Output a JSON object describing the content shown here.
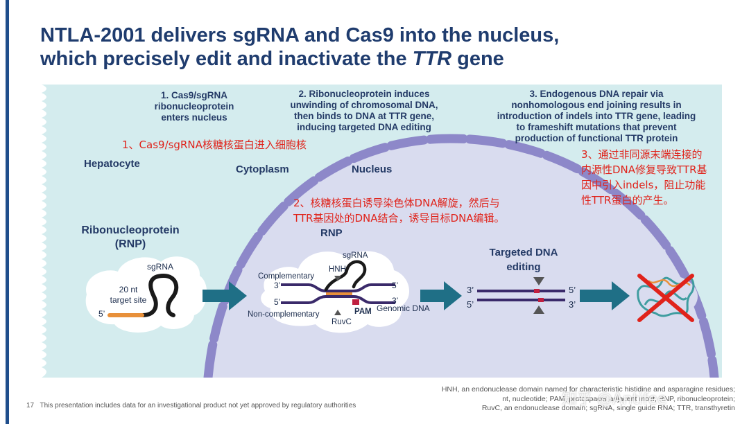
{
  "title": {
    "line1": "NTLA-2001 delivers sgRNA and Cas9 into the nucleus,",
    "line2_pre": "which precisely edit and inactivate the ",
    "line2_italic": "TTR",
    "line2_post": " gene"
  },
  "steps": {
    "step1": [
      "1. Cas9/sgRNA",
      "ribonucleoprotein",
      "enters nucleus"
    ],
    "step2": [
      "2. Ribonucleoprotein induces",
      "unwinding of chromosomal DNA,",
      "then binds to DNA at TTR gene,",
      "inducing targeted DNA editing"
    ],
    "step3": [
      "3. Endogenous DNA repair via",
      "nonhomologous end joining results in",
      "introduction of indels into TTR gene, leading",
      "to frameshift mutations that prevent",
      "production of functional TTR protein"
    ]
  },
  "annotations_cn": {
    "note1": "1、Cas9/sgRNA核糖核蛋白进入细胞核",
    "note2_line1": "2、核糖核蛋白诱导染色体DNA解旋，然后与",
    "note2_line2": "TTR基因处的DNA结合，诱导目标DNA编辑。",
    "note3": [
      "3、通过非同源末端连接的",
      "内源性DNA修复导致TTR基",
      "因中引入indels，阻止功能",
      "性TTR蛋白的产生。"
    ]
  },
  "regions": {
    "hepatocyte": "Hepatocyte",
    "cytoplasm": "Cytoplasm",
    "nucleus": "Nucleus"
  },
  "rnp_panel": {
    "heading_line1": "Ribonucleoprotein",
    "heading_line2": "(RNP)",
    "sgrna": "sgRNA",
    "target_line1": "20 nt",
    "target_line2": "target site",
    "five_prime": "5’"
  },
  "nucleus_rnp": {
    "heading": "RNP",
    "sgrna": "sgRNA",
    "hnh": "HNH",
    "complementary": "Complementary",
    "non_complementary": "Non-complementary",
    "three_prime": "3’",
    "five_prime": "5’",
    "pam": "PAM",
    "ruvc": "RuvC",
    "genomic_dna": "Genomic DNA"
  },
  "targeted": {
    "heading_line1": "Targeted DNA",
    "heading_line2": "editing",
    "three_prime": "3’",
    "five_prime": "5’"
  },
  "footer": {
    "page_number": "17",
    "disclaimer": "This presentation includes data for an investigational product not yet approved by regulatory authorities",
    "abbrev_line1": "HNH, an endonuclease domain named for characteristic histidine and asparagine residues;",
    "abbrev_line2": "nt, nucleotide; PAM, protospacer adjacent motif; RNP, ribonucleoprotein;",
    "abbrev_line3": "RuvC, an endonuclease domain; sgRNA, single guide RNA; TTR, transthyretin"
  },
  "watermark": "知乎 @Antifee",
  "colors": {
    "title": "#1f3c6e",
    "panel": "#d4ecee",
    "nucleus_fill": "#d9dcef",
    "membrane": "#8d88c9",
    "arrow": "#1f6f86",
    "dna_dark": "#3a2a6a",
    "orange": "#e8903a",
    "red_text": "#e0231b"
  }
}
